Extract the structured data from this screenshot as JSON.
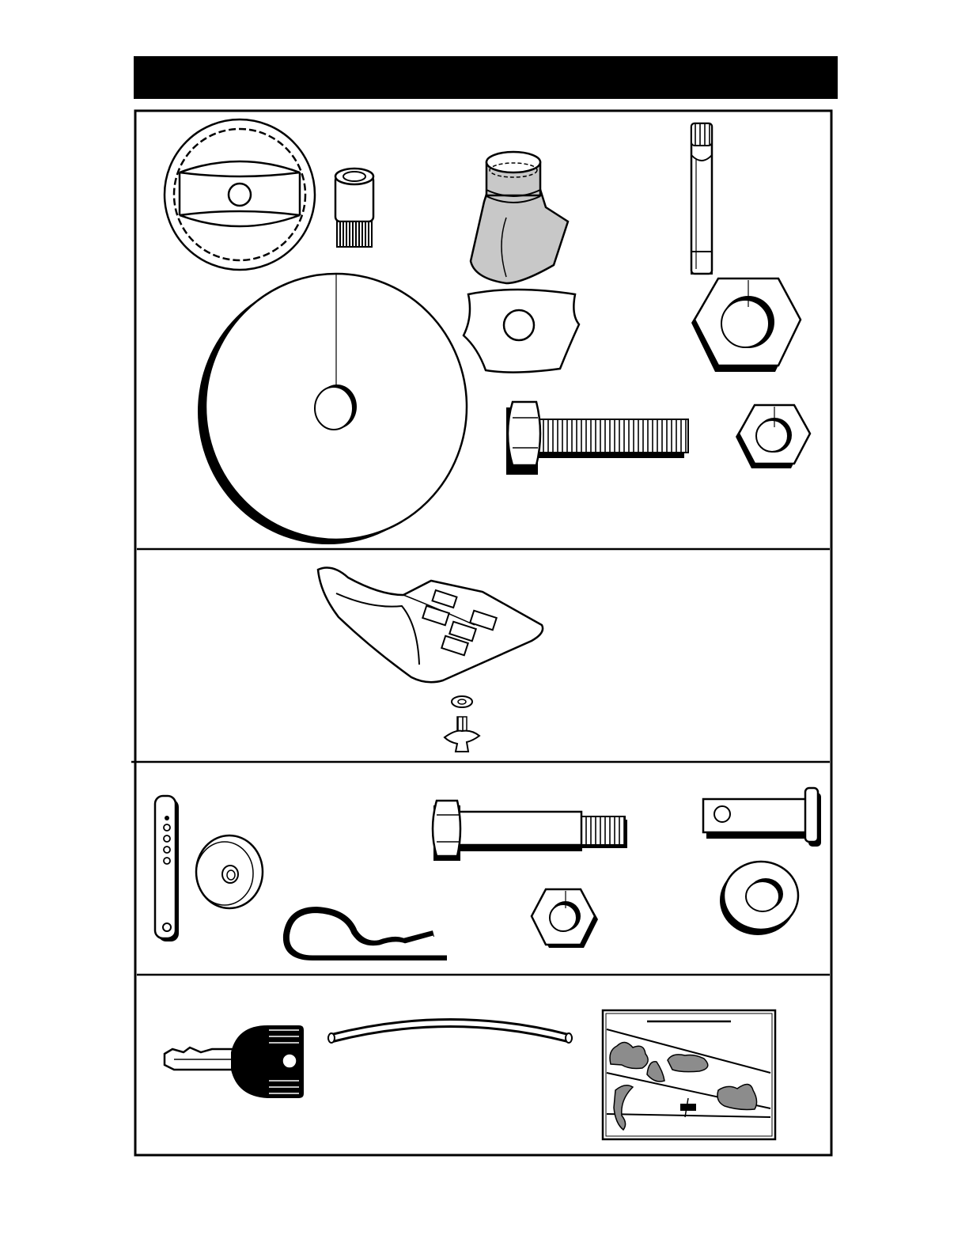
{
  "header": {
    "title": ""
  },
  "sections": [
    {
      "id": "hardware",
      "parts": [
        "steering-wheel",
        "steering-adapter",
        "steering-cap",
        "extension-shaft",
        "mounting-plate",
        "large-washer",
        "hex-nut-large",
        "hex-bolt",
        "hex-nut-small"
      ]
    },
    {
      "id": "seat",
      "parts": [
        "seat",
        "flat-washer",
        "wing-bolt"
      ]
    },
    {
      "id": "linkage",
      "parts": [
        "adjustment-bracket",
        "bushing-washer",
        "hairpin-clip",
        "shoulder-bolt",
        "hex-nut",
        "clevis-pin",
        "spacer-washer"
      ]
    },
    {
      "id": "accessories",
      "parts": [
        "ignition-key",
        "hose",
        "decal-label"
      ]
    }
  ],
  "decal": {
    "heading": ""
  },
  "colors": {
    "ink": "#000000",
    "paper": "#ffffff",
    "gray": "#c8c8c8",
    "dark_gray": "#8c8c8c"
  }
}
